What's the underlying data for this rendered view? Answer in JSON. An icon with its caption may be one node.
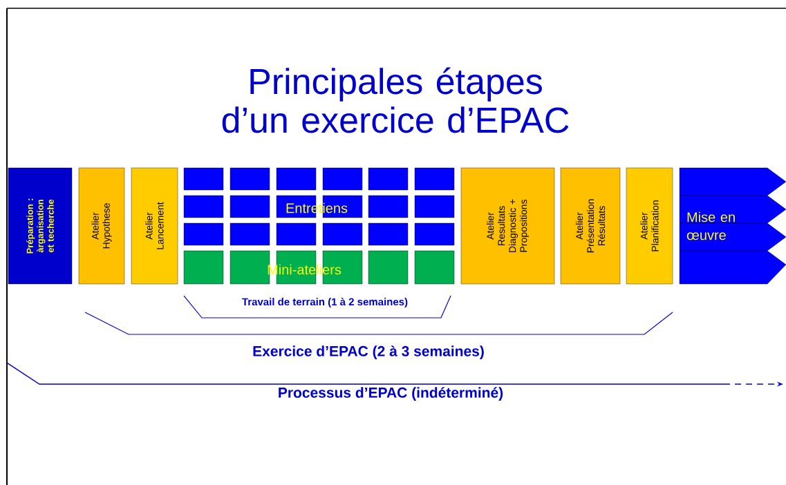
{
  "diagram": {
    "title": "Principales étapes d’un exercice d’EPAC",
    "nodes": [
      {
        "text": [
          "Préparation : àrganisation et techerche"
        ]
      },
      {
        "text": [
          "Atelier Hypothese"
        ]
      },
      {
        "text": [
          "Atelier Lancement"
        ]
      },
      {
        "text": [],
        "shape": "box"
      },
      {
        "text": [],
        "shape": "box"
      },
      {
        "text": [],
        "shape": "box"
      },
      {
        "text": [],
        "shape": "box"
      },
      {
        "text": [],
        "shape": "box"
      },
      {
        "text": [],
        "shape": "box"
      },
      {
        "text": [],
        "shape": "box"
      },
      {
        "text": [],
        "shape": "box"
      },
      {
        "text": [],
        "shape": "box"
      },
      {
        "text": [],
        "shape": "box"
      },
      {
        "text": [],
        "shape": "box"
      },
      {
        "text": [],
        "shape": "box"
      },
      {
        "text": [],
        "shape": "box"
      },
      {
        "text": [],
        "shape": "box"
      },
      {
        "text": [],
        "shape": "box"
      },
      {
        "text": [],
        "shape": "box"
      },
      {
        "text": [],
        "shape": "box"
      },
      {
        "text": [],
        "shape": "box"
      },
      {
        "text": [],
        "shape": "box"
      },
      {
        "text": [],
        "shape": "box"
      },
      {
        "text": [],
        "shape": "box"
      },
      {
        "text": [],
        "shape": "box"
      },
      {
        "text": [],
        "shape": "box"
      },
      {
        "text": [],
        "shape": "box"
      },
      {
        "text": [
          "Atelier Resultats Diagnostic + Propositions"
        ]
      },
      {
        "text": [
          "Atelier Présentation Résultats"
        ]
      },
      {
        "text": [
          "Atelier Planification"
        ]
      },
      {
        "text": [
          "Mise en œuvre"
        ]
      }
    ],
    "labels": [
      "Entretiens",
      "Mini-ateliers",
      "Travail de terrain (1 à 2 semaines)",
      "Exercice d’EPAC (2 à 3 semaines)",
      "Processus d’EPAC (indéterminé)"
    ]
  }
}
